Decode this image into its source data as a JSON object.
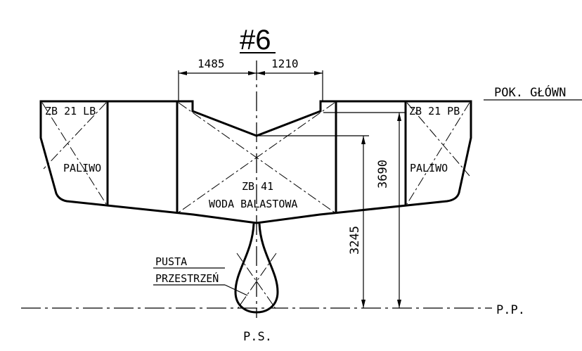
{
  "title": "#6",
  "deck_label": "POK. GŁÓWN",
  "dimensions": {
    "left_width": "1485",
    "right_width": "1210",
    "height_outer": "3690",
    "height_inner": "3245"
  },
  "tanks": {
    "left_name": "ZB 21 LB",
    "left_content": "PALIWO",
    "right_name": "ZB 21 PB",
    "right_content": "PALIWO",
    "center_name": "ZB 41",
    "center_content": "WODA BALASTOWA"
  },
  "keel": {
    "label_line1": "PUSTA",
    "label_line2": "PRZESTRZEŃ"
  },
  "baseline_label": "P.P.",
  "centerline_label": "P.S."
}
